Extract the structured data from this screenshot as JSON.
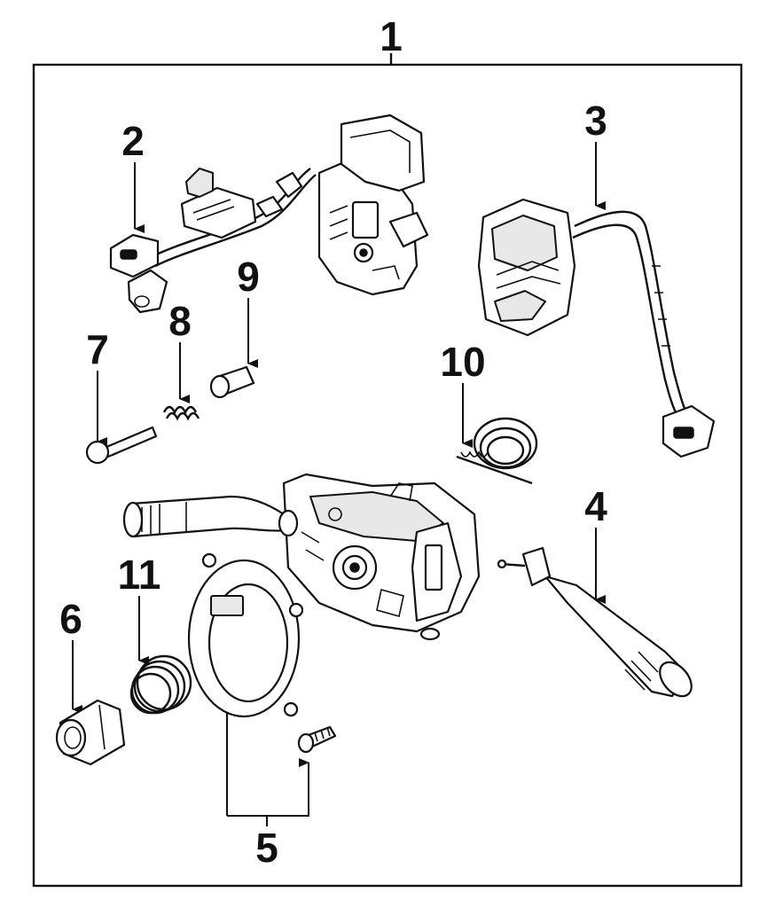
{
  "callouts": {
    "c1": "1",
    "c2": "2",
    "c3": "3",
    "c4": "4",
    "c5": "5",
    "c6": "6",
    "c7": "7",
    "c8": "8",
    "c9": "9",
    "c10": "10",
    "c11": "11"
  },
  "colors": {
    "line": "#111111",
    "background": "#ffffff",
    "part_shade": "#e8e8e8"
  }
}
